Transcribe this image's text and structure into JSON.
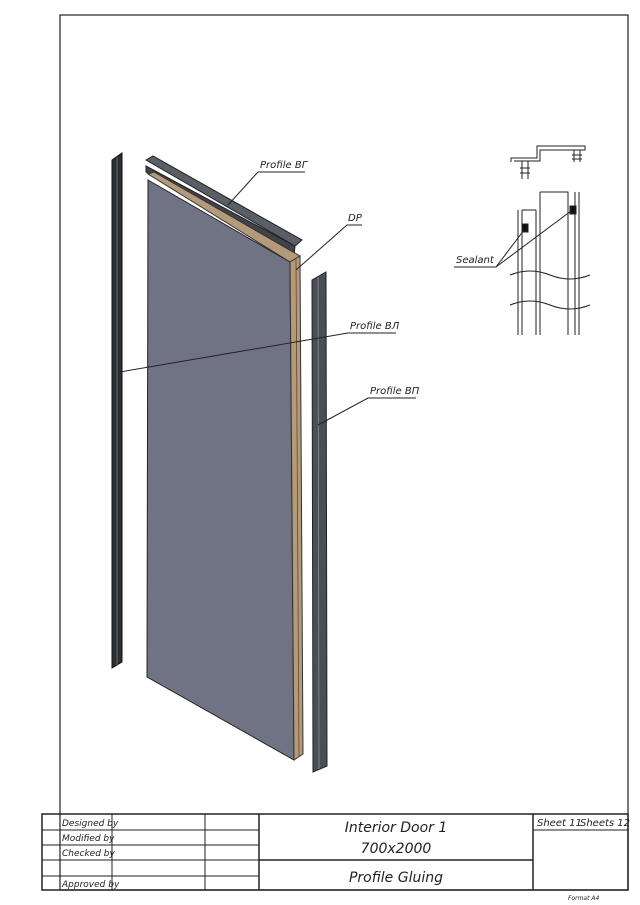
{
  "drawing": {
    "callouts": {
      "profile_top": "Profile ВГ",
      "dp": "DP",
      "profile_left": "Profile ВЛ",
      "profile_right": "Profile ВП",
      "sealant": "Sealant"
    }
  },
  "title_block": {
    "roles": [
      "Designed by",
      "Modified by",
      "Checked by",
      "",
      "Approved by"
    ],
    "title_line1": "Interior Door 1",
    "title_line2": "700x2000",
    "subtitle": "Profile Gluing",
    "sheet": "Sheet 11",
    "sheets": "Sheets 12",
    "format": "Format A4"
  },
  "colors": {
    "panel": "#6f7384",
    "edge": "#b59a7a",
    "profile": "#4a4e55"
  }
}
